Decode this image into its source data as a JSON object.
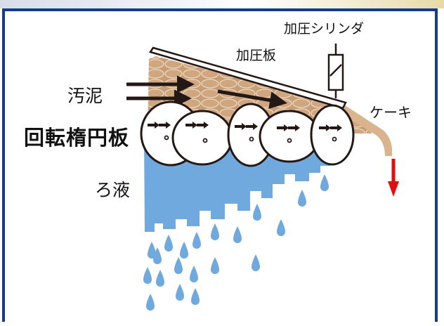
{
  "labels": {
    "pressure_cylinder": "加圧シリンダ",
    "pressure_plate": "加圧板",
    "sludge": "汚泥",
    "cake": "ケーキ",
    "rotating_elliptical_disc": "回転楕円板",
    "filtrate": "ろ液"
  },
  "colors": {
    "frame_border": "#123b8c",
    "sludge": "#c89d74",
    "filtrate": "#6fa9dd",
    "discharge_arrow": "#e01010",
    "flow_arrow": "#231815"
  },
  "icons": {
    "flow_arrows": "arrow-right",
    "disc_arrows": "double-chevron-right",
    "discharge": "arrow-down"
  }
}
